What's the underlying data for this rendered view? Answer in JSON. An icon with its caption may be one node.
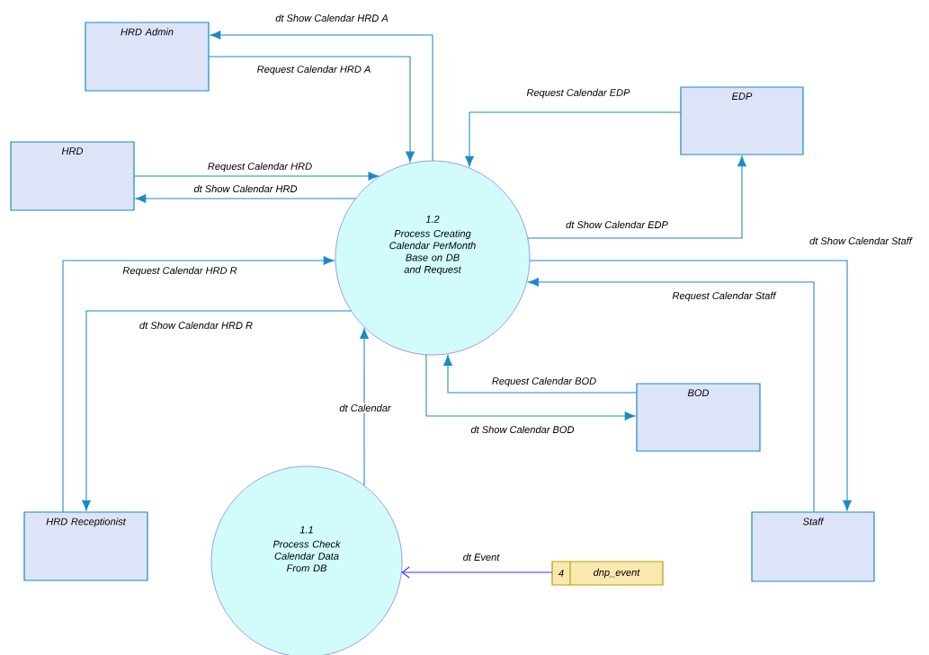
{
  "diagram": {
    "nodes": [
      {
        "text": [
          "HRD Admin"
        ]
      },
      {
        "text": [
          "HRD"
        ]
      },
      {
        "text": [
          "EDP"
        ]
      },
      {
        "text": [
          "1.2",
          "Process Creating Calendar PerMonth Base on DB and Request"
        ]
      },
      {
        "text": [
          "HRD Receptionist"
        ]
      },
      {
        "text": [
          "BOD"
        ]
      },
      {
        "text": [
          "Staff"
        ]
      },
      {
        "text": [
          "1.1",
          "Process Check Calendar Data From DB"
        ]
      },
      {
        "text": [
          "4",
          "dnp_event"
        ]
      }
    ],
    "edges": [
      {
        "from": 3,
        "to": 0,
        "arrow": "to",
        "label": "dt Show Calendar HRD A"
      },
      {
        "from": 0,
        "to": 3,
        "arrow": "to",
        "label": "Request Calendar HRD A"
      },
      {
        "from": 1,
        "to": 3,
        "arrow": "to",
        "label": "Request Calendar HRD"
      },
      {
        "from": 3,
        "to": 1,
        "arrow": "to",
        "label": "dt Show Calendar HRD"
      },
      {
        "from": 2,
        "to": 3,
        "arrow": "to",
        "label": "Request Calendar EDP"
      },
      {
        "from": 3,
        "to": 2,
        "arrow": "to",
        "label": "dt Show Calendar EDP"
      },
      {
        "from": 3,
        "to": 6,
        "arrow": "to",
        "label": "dt Show Calendar Staff"
      },
      {
        "from": 6,
        "to": 3,
        "arrow": "to",
        "label": "Request Calendar Staff"
      },
      {
        "from": 4,
        "to": 3,
        "arrow": "to",
        "label": "Request Calendar HRD R"
      },
      {
        "from": 3,
        "to": 4,
        "arrow": "to",
        "label": "dt Show Calendar HRD R"
      },
      {
        "from": 5,
        "to": 3,
        "arrow": "to",
        "label": "Request Calendar BOD"
      },
      {
        "from": 3,
        "to": 5,
        "arrow": "to",
        "label": "dt Show Calendar BOD"
      },
      {
        "from": 7,
        "to": 3,
        "arrow": "to",
        "label": "dt Calendar"
      },
      {
        "from": 8,
        "to": 7,
        "arrow": "to",
        "label": "dt Event",
        "color": "#3333ff"
      }
    ]
  }
}
